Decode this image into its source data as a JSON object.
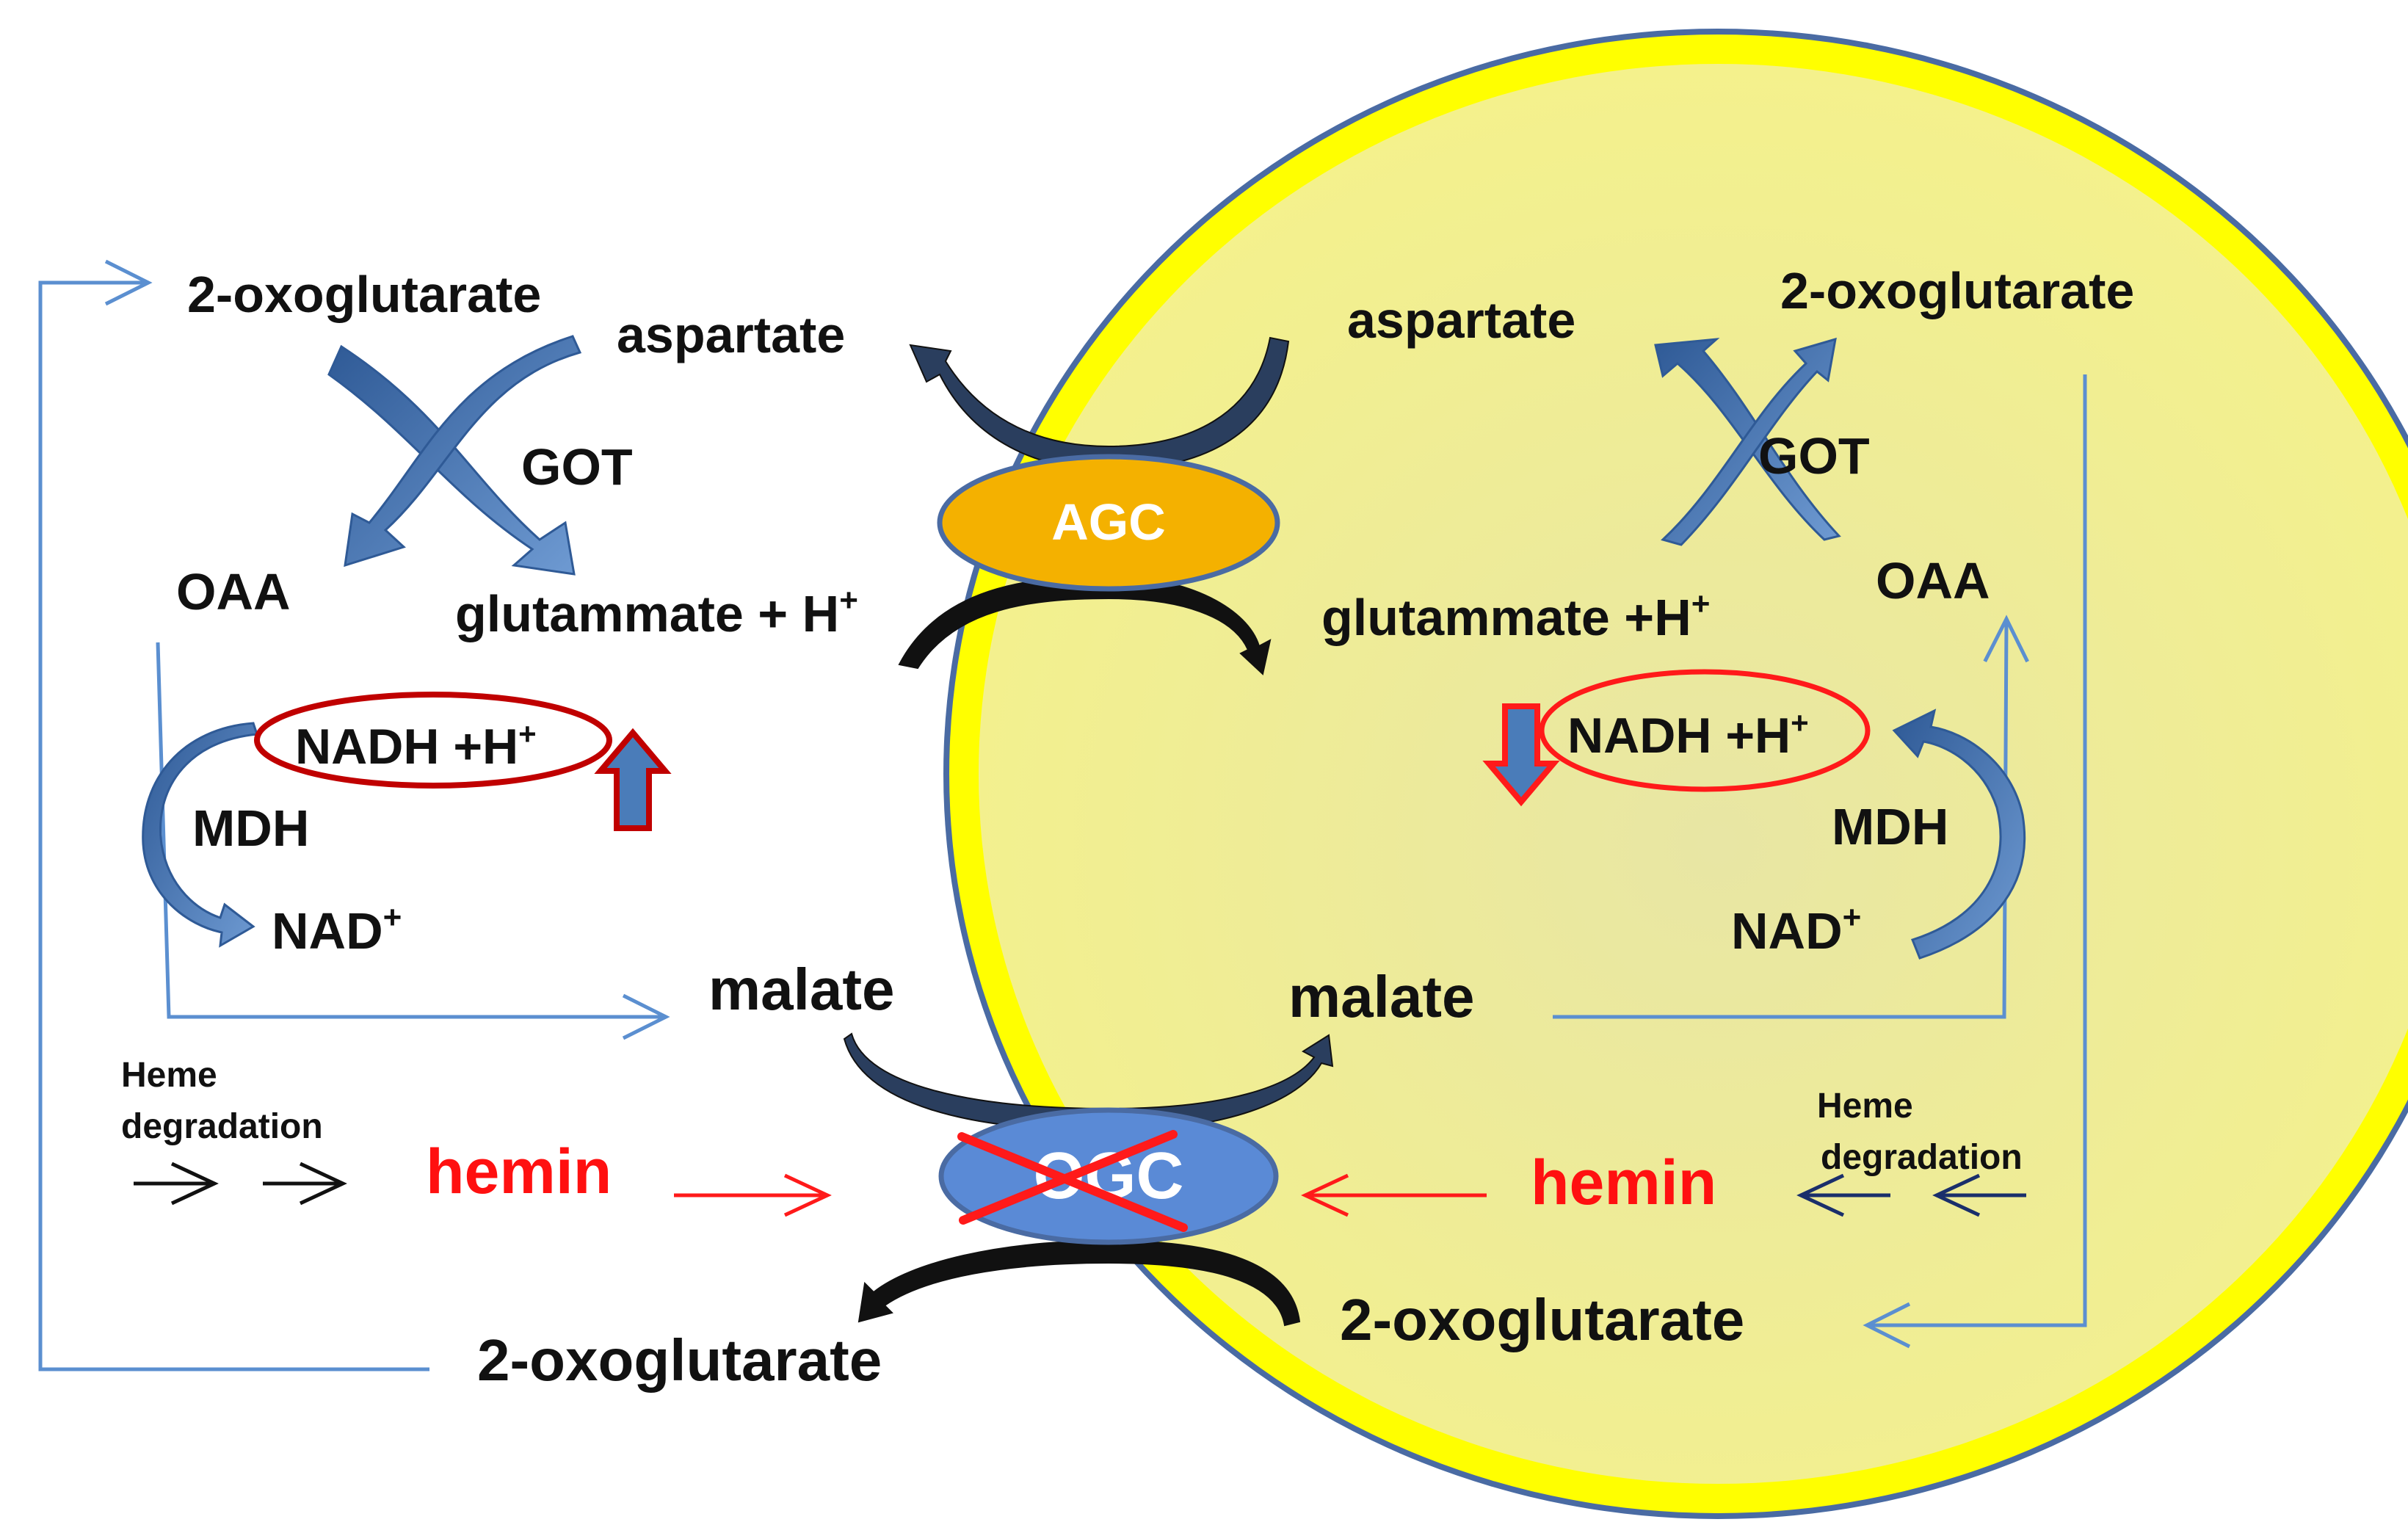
{
  "colors": {
    "mitochondrion_fill": "#f3f08c",
    "mitochondrion_border": "#ffff00",
    "mitochondrion_outline": "#4a6ba3",
    "flux_line": "#5b8fd0",
    "enzyme_arrow": "#4a7cb9",
    "agc_fill": "#f4b100",
    "ogc_fill": "#5a8ad6",
    "inhibition": "#ff1a1a",
    "nadh_ring": "#c00000",
    "text": "#111111",
    "hemin_text": "#ff1010"
  },
  "cytosol": {
    "oxoglutarate_top": "2-oxoglutarate",
    "aspartate": "aspartate",
    "got": "GOT",
    "oaa": "OAA",
    "glutamate": "glutammate + H",
    "glutamate_sup": "+",
    "nadh": "NADH +H",
    "nadh_sup": "+",
    "nadh_trend": "increase",
    "mdh": "MDH",
    "nad": "NAD",
    "nad_sup": "+",
    "malate": "malate",
    "heme_line1": "Heme",
    "heme_line2": "degradation",
    "hemin": "hemin",
    "oxoglutarate_bottom": "2-oxoglutarate"
  },
  "mitochondrion": {
    "aspartate": "aspartate",
    "oxoglutarate_top": "2-oxoglutarate",
    "got": "GOT",
    "oaa": "OAA",
    "glutamate": "glutammate +H",
    "glutamate_sup": "+",
    "nadh": "NADH +H",
    "nadh_sup": "+",
    "nadh_trend": "decrease",
    "mdh": "MDH",
    "nad": "NAD",
    "nad_sup": "+",
    "malate": "malate",
    "heme_line1": "Heme",
    "heme_line2": "degradation",
    "hemin": "hemin",
    "oxoglutarate_bottom": "2-oxoglutarate"
  },
  "carriers": {
    "agc": "AGC",
    "ogc": "OGC",
    "ogc_status": "inhibited"
  }
}
